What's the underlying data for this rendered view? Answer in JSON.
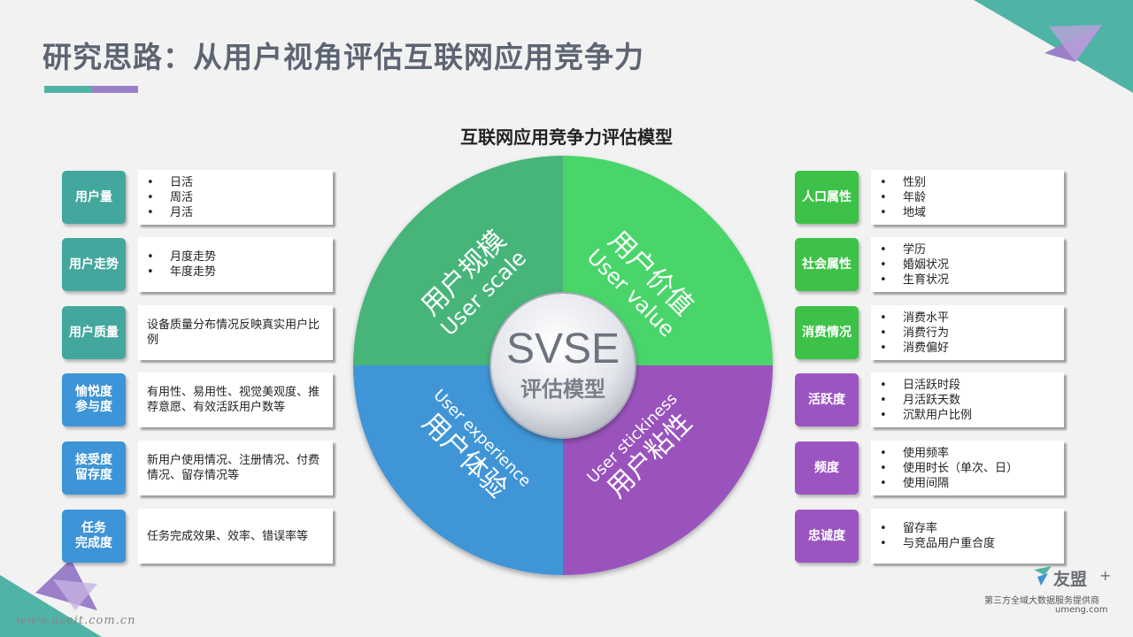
{
  "title": "研究思路：从用户视角评估互联网应用竞争力",
  "subtitle": "互联网应用竞争力评估模型",
  "center": {
    "acronym": "SVSE",
    "label": "评估模型"
  },
  "quadrants": [
    {
      "zh": "用户规模",
      "en": "User scale",
      "color": "#46b57a"
    },
    {
      "zh": "用户价值",
      "en": "User value",
      "color": "#49d56a"
    },
    {
      "zh": "用户体验",
      "en": "User experience",
      "color": "#3f95d7"
    },
    {
      "zh": "用户粘性",
      "en": "User stickiness",
      "color": "#9a52bd"
    }
  ],
  "left_items": [
    {
      "tag": "用户量",
      "color": "teal",
      "bullets": [
        "日活",
        "周活",
        "月活"
      ]
    },
    {
      "tag": "用户走势",
      "color": "teal",
      "bullets": [
        "月度走势",
        "年度走势"
      ]
    },
    {
      "tag": "用户质量",
      "color": "teal",
      "text": "设备质量分布情况反映真实用户比例"
    },
    {
      "tag": "愉悦度\n参与度",
      "color": "blue",
      "text": "有用性、易用性、视觉美观度、推荐意愿、有效活跃用户数等"
    },
    {
      "tag": "接受度\n留存度",
      "color": "blue",
      "text": "新用户使用情况、注册情况、付费情况、留存情况等"
    },
    {
      "tag": "任务\n完成度",
      "color": "blue",
      "text": "任务完成效果、效率、错误率等"
    }
  ],
  "right_items": [
    {
      "tag": "人口属性",
      "color": "green",
      "bullets": [
        "性别",
        "年龄",
        "地域"
      ]
    },
    {
      "tag": "社会属性",
      "color": "green",
      "bullets": [
        "学历",
        "婚姻状况",
        "生育状况"
      ]
    },
    {
      "tag": "消费情况",
      "color": "green",
      "bullets": [
        "消费水平",
        "消费行为",
        "消费偏好"
      ]
    },
    {
      "tag": "活跃度",
      "color": "purple",
      "bullets": [
        "日活跃时段",
        "月活跃天数",
        "沉默用户比例"
      ]
    },
    {
      "tag": "频度",
      "color": "purple",
      "bullets": [
        "使用频率",
        "使用时长（单次、日）",
        "使用间隔"
      ]
    },
    {
      "tag": "忠诚度",
      "color": "purple",
      "bullets": [
        "留存率",
        "与竞品用户重合度"
      ]
    }
  ],
  "logo": {
    "name": "友盟",
    "plus": "+",
    "tagline": "第三方全域大数据服务提供商",
    "url": "umeng.com"
  },
  "watermark": "www.useit.com.cn"
}
